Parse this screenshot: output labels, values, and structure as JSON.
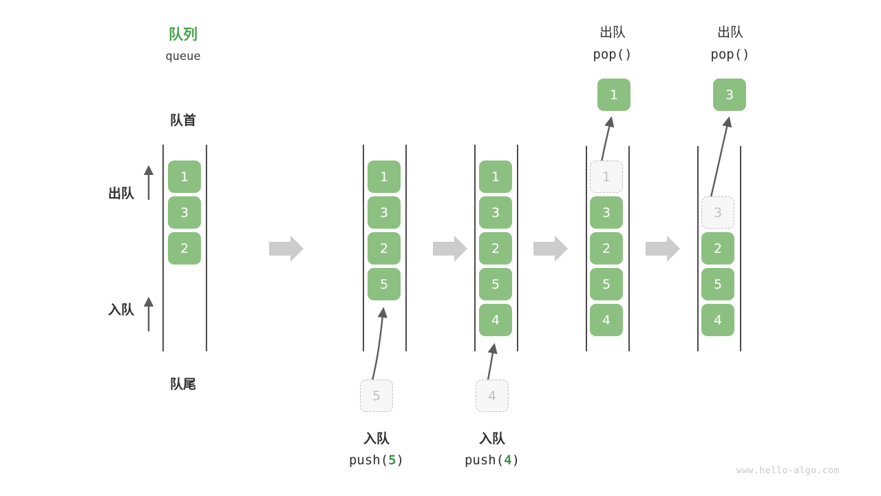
{
  "diagram": {
    "title_cn": "队列",
    "title_en": "queue",
    "front_label": "队首",
    "rear_label": "队尾",
    "dequeue_label": "出队",
    "enqueue_label": "入队",
    "accent_green": "#48a14d",
    "cell_green": "#8cc081",
    "ghost_gray": "#c0c0c0",
    "arrow_gray": "#cccccc",
    "rail_color": "#4a4a4a",
    "watermark": "www.hello-algo.com"
  },
  "steps": [
    {
      "id": "initial",
      "cells": [
        "1",
        "3",
        "2"
      ],
      "caption_cn": "",
      "caption_code": ""
    },
    {
      "id": "push-5",
      "cells": [
        "1",
        "3",
        "2",
        "5"
      ],
      "incoming": "5",
      "caption_cn": "入队",
      "caption_code_prefix": "push(",
      "caption_code_arg": "5",
      "caption_code_suffix": ")"
    },
    {
      "id": "push-4",
      "cells": [
        "1",
        "3",
        "2",
        "5",
        "4"
      ],
      "incoming": "4",
      "caption_cn": "入队",
      "caption_code_prefix": "push(",
      "caption_code_arg": "4",
      "caption_code_suffix": ")"
    },
    {
      "id": "pop-1",
      "cells": [
        "1",
        "3",
        "2",
        "5",
        "4"
      ],
      "removed": "1",
      "popped_value": "1",
      "header_cn": "出队",
      "header_code": "pop()"
    },
    {
      "id": "pop-3",
      "cells": [
        "3",
        "2",
        "5",
        "4"
      ],
      "removed": "3",
      "popped_value": "3",
      "header_cn": "出队",
      "header_code": "pop()"
    }
  ],
  "cells": {
    "s1": [
      "1",
      "3",
      "2"
    ],
    "s2": [
      "1",
      "3",
      "2",
      "5"
    ],
    "s3": [
      "1",
      "3",
      "2",
      "5",
      "4"
    ],
    "s4": [
      "1",
      "3",
      "2",
      "5",
      "4"
    ],
    "s5": [
      "3",
      "2",
      "5",
      "4"
    ]
  },
  "incoming": {
    "s2": "5",
    "s3": "4"
  },
  "popped": {
    "s4": "1",
    "s5": "3"
  },
  "headers": {
    "s4_cn": "出队",
    "s4_code": "pop()",
    "s5_cn": "出队",
    "s5_code": "pop()"
  },
  "captions": {
    "s2_cn": "入队",
    "s2_code_pre": "push(",
    "s2_code_arg": "5",
    "s2_code_post": ")",
    "s3_cn": "入队",
    "s3_code_pre": "push(",
    "s3_code_arg": "4",
    "s3_code_post": ")"
  }
}
